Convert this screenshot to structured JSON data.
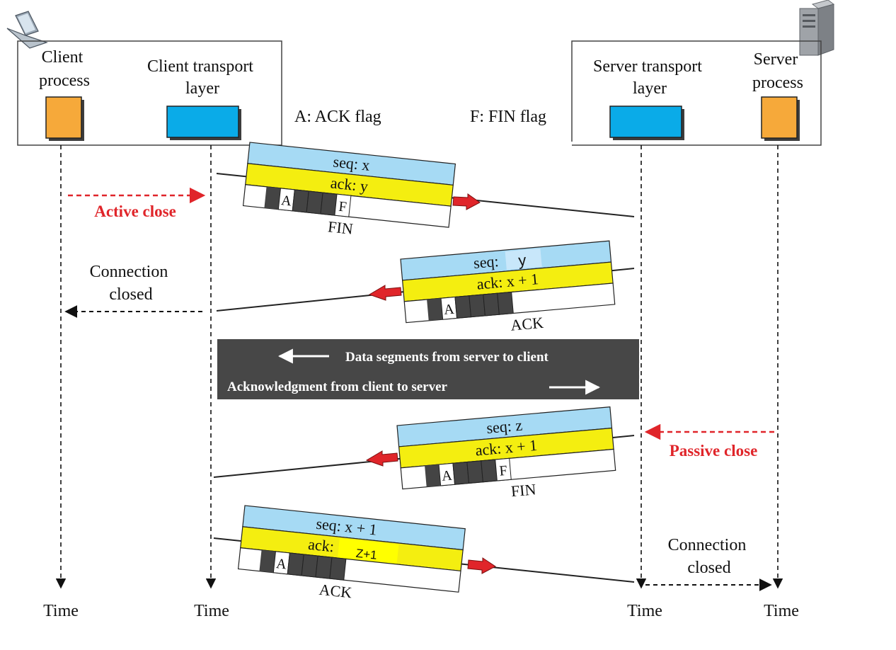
{
  "endpoints": {
    "client_process": [
      "Client",
      "process"
    ],
    "client_transport": [
      "Client transport",
      "layer"
    ],
    "server_transport": [
      "Server transport",
      "layer"
    ],
    "server_process": [
      "Server",
      "process"
    ]
  },
  "legend": {
    "ack_flag": "A: ACK flag",
    "fin_flag": "F: FIN flag"
  },
  "segments": {
    "seg1": {
      "seq": "seq: x",
      "ack": "ack: y",
      "flag_a": "A",
      "flag_f": "F",
      "label": "FIN"
    },
    "seg2": {
      "seq": "seq:",
      "seq_value": "y",
      "ack": "ack: x + 1",
      "flag_a": "A",
      "label": "ACK"
    },
    "seg3": {
      "seq": "seq: z",
      "ack": "ack: x + 1",
      "flag_a": "A",
      "flag_f": "F",
      "label": "FIN"
    },
    "seg4": {
      "seq": "seq: x + 1",
      "ack": "ack:",
      "ack_value": "Z+1",
      "flag_a": "A",
      "label": "ACK"
    }
  },
  "events": {
    "active_close": "Active close",
    "passive_close": "Passive close",
    "client_closed": [
      "Connection",
      "closed"
    ],
    "server_closed": [
      "Connection",
      "closed"
    ]
  },
  "data_box": {
    "line1": "Data segments from server to client",
    "line2": "Acknowledgment from client to server"
  },
  "time_labels": [
    "Time",
    "Time",
    "Time",
    "Time"
  ],
  "colors": {
    "seq_band": "#a6daf4",
    "ack_band": "#f4ee10",
    "highlight": "#ffff00",
    "process_box": "#f6a93a",
    "transport_box": "#0aabe8",
    "red": "#e0252a",
    "data_box": "#474747"
  }
}
